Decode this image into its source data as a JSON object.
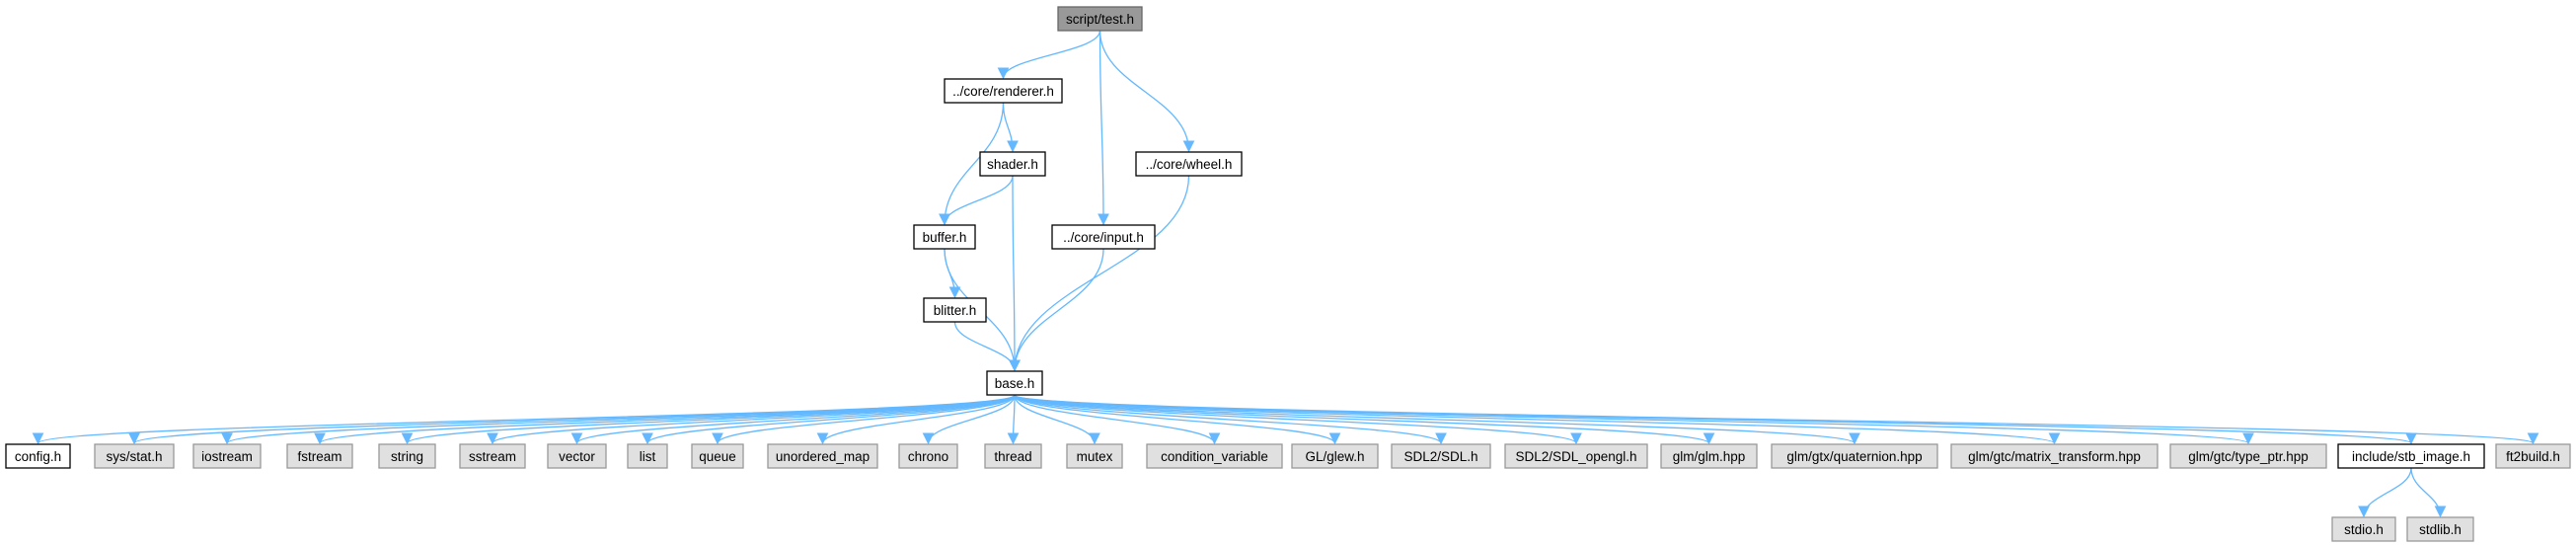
{
  "colors": {
    "edge": "#63b8ff",
    "root_fill": "#999999",
    "root_stroke": "#666666",
    "local_fill": "#ffffff",
    "local_stroke": "#000000",
    "external_fill": "#e0e0e0",
    "external_stroke": "#999999"
  },
  "nodes": [
    {
      "id": "script_test",
      "label": "script/test.h",
      "kind": "root"
    },
    {
      "id": "renderer",
      "label": "../core/renderer.h",
      "kind": "local"
    },
    {
      "id": "shader",
      "label": "shader.h",
      "kind": "local"
    },
    {
      "id": "wheel",
      "label": "../core/wheel.h",
      "kind": "local"
    },
    {
      "id": "buffer",
      "label": "buffer.h",
      "kind": "local"
    },
    {
      "id": "input",
      "label": "../core/input.h",
      "kind": "local"
    },
    {
      "id": "blitter",
      "label": "blitter.h",
      "kind": "local"
    },
    {
      "id": "base",
      "label": "base.h",
      "kind": "local"
    },
    {
      "id": "config",
      "label": "config.h",
      "kind": "local"
    },
    {
      "id": "sysstat",
      "label": "sys/stat.h",
      "kind": "external"
    },
    {
      "id": "iostream",
      "label": "iostream",
      "kind": "external"
    },
    {
      "id": "fstream",
      "label": "fstream",
      "kind": "external"
    },
    {
      "id": "string",
      "label": "string",
      "kind": "external"
    },
    {
      "id": "sstream",
      "label": "sstream",
      "kind": "external"
    },
    {
      "id": "vector",
      "label": "vector",
      "kind": "external"
    },
    {
      "id": "list",
      "label": "list",
      "kind": "external"
    },
    {
      "id": "queue",
      "label": "queue",
      "kind": "external"
    },
    {
      "id": "unordered_map",
      "label": "unordered_map",
      "kind": "external"
    },
    {
      "id": "chrono",
      "label": "chrono",
      "kind": "external"
    },
    {
      "id": "thread",
      "label": "thread",
      "kind": "external"
    },
    {
      "id": "mutex",
      "label": "mutex",
      "kind": "external"
    },
    {
      "id": "condition_variable",
      "label": "condition_variable",
      "kind": "external"
    },
    {
      "id": "glew",
      "label": "GL/glew.h",
      "kind": "external"
    },
    {
      "id": "sdl",
      "label": "SDL2/SDL.h",
      "kind": "external"
    },
    {
      "id": "sdl_opengl",
      "label": "SDL2/SDL_opengl.h",
      "kind": "external"
    },
    {
      "id": "glm",
      "label": "glm/glm.hpp",
      "kind": "external"
    },
    {
      "id": "quaternion",
      "label": "glm/gtx/quaternion.hpp",
      "kind": "external"
    },
    {
      "id": "matrix_transform",
      "label": "glm/gtc/matrix_transform.hpp",
      "kind": "external"
    },
    {
      "id": "type_ptr",
      "label": "glm/gtc/type_ptr.hpp",
      "kind": "external"
    },
    {
      "id": "stb_image",
      "label": "include/stb_image.h",
      "kind": "local"
    },
    {
      "id": "ft2build",
      "label": "ft2build.h",
      "kind": "external"
    },
    {
      "id": "stdio",
      "label": "stdio.h",
      "kind": "external"
    },
    {
      "id": "stdlib",
      "label": "stdlib.h",
      "kind": "external"
    }
  ],
  "edges": [
    [
      "script_test",
      "renderer"
    ],
    [
      "script_test",
      "input"
    ],
    [
      "script_test",
      "wheel"
    ],
    [
      "renderer",
      "shader"
    ],
    [
      "renderer",
      "buffer"
    ],
    [
      "shader",
      "buffer"
    ],
    [
      "shader",
      "base"
    ],
    [
      "buffer",
      "blitter"
    ],
    [
      "buffer",
      "base"
    ],
    [
      "blitter",
      "base"
    ],
    [
      "input",
      "base"
    ],
    [
      "wheel",
      "base"
    ],
    [
      "base",
      "config"
    ],
    [
      "base",
      "sysstat"
    ],
    [
      "base",
      "iostream"
    ],
    [
      "base",
      "fstream"
    ],
    [
      "base",
      "string"
    ],
    [
      "base",
      "sstream"
    ],
    [
      "base",
      "vector"
    ],
    [
      "base",
      "list"
    ],
    [
      "base",
      "queue"
    ],
    [
      "base",
      "unordered_map"
    ],
    [
      "base",
      "chrono"
    ],
    [
      "base",
      "thread"
    ],
    [
      "base",
      "mutex"
    ],
    [
      "base",
      "condition_variable"
    ],
    [
      "base",
      "glew"
    ],
    [
      "base",
      "sdl"
    ],
    [
      "base",
      "sdl_opengl"
    ],
    [
      "base",
      "glm"
    ],
    [
      "base",
      "quaternion"
    ],
    [
      "base",
      "matrix_transform"
    ],
    [
      "base",
      "type_ptr"
    ],
    [
      "base",
      "stb_image"
    ],
    [
      "base",
      "ft2build"
    ],
    [
      "stb_image",
      "stdio"
    ],
    [
      "stb_image",
      "stdlib"
    ]
  ]
}
